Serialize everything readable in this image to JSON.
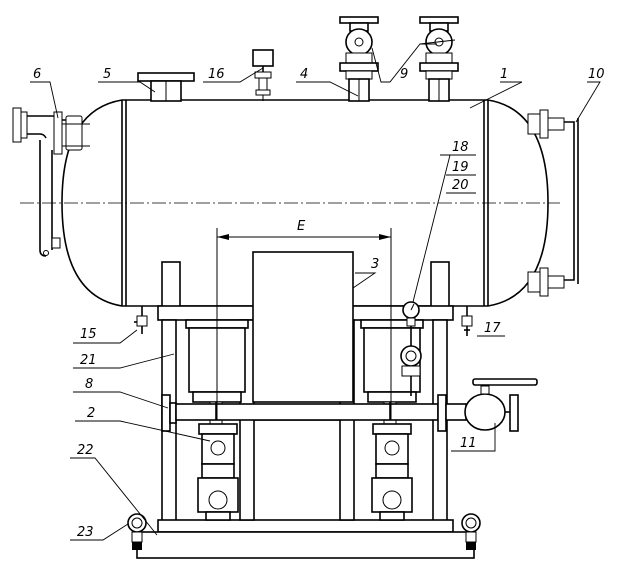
{
  "callouts": {
    "c1": "1",
    "c2": "2",
    "c3": "3",
    "c4": "4",
    "c5": "5",
    "c6": "6",
    "c8": "8",
    "c9": "9",
    "c10": "10",
    "c11": "11",
    "c15": "15",
    "c16": "16",
    "c17": "17",
    "c18": "18",
    "c19": "19",
    "c20": "20",
    "c21": "21",
    "c22": "22",
    "c23": "23"
  },
  "dimension": {
    "label": "E"
  }
}
